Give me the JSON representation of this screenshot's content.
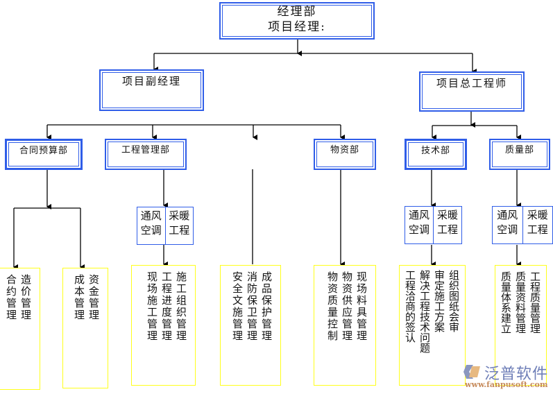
{
  "chart": {
    "title": "经理部组织结构图",
    "colors": {
      "box_border": "#2f5de8",
      "task_border": "#ffff1a",
      "line": "#000000",
      "logo_text": "#6f7fb8",
      "logo_url": "#c68a5a"
    },
    "root": {
      "line1": "经理部",
      "line2": "项目经理:"
    },
    "level2": [
      {
        "label": "项目副经理"
      },
      {
        "label": "项目总工程师"
      }
    ],
    "departments": [
      {
        "label": "合同预算部"
      },
      {
        "label": "工程管理部"
      },
      {
        "label": "物资部"
      },
      {
        "label": "技术部"
      },
      {
        "label": "质量部"
      }
    ],
    "sub_units": [
      {
        "left": [
          "通风",
          "空调"
        ],
        "right": [
          "采暖",
          "工程"
        ]
      },
      {
        "left": [
          "通风",
          "空调"
        ],
        "right": [
          "采暖",
          "工程"
        ]
      },
      {
        "left": [
          "通风",
          "空调"
        ],
        "right": [
          "采暖",
          "工程"
        ]
      }
    ],
    "task_boxes": [
      {
        "lines": [
          "造价管理",
          "合约管理"
        ]
      },
      {
        "lines": [
          "资金管理",
          "成本管理"
        ]
      },
      {
        "lines": [
          "施工组织管理",
          "工程进度管理",
          "现场施工管理"
        ]
      },
      {
        "lines": [
          "成品保护管理",
          "消防保卫管理",
          "安全文施管理"
        ]
      },
      {
        "lines": [
          "现场料具管理",
          "物资供应管理",
          "物资质量控制"
        ]
      },
      {
        "lines": [
          "组织图纸会审",
          "审定施工方案",
          "解决工程技术问题",
          "工程洽商的签认"
        ]
      },
      {
        "lines": [
          "工程质量管理",
          "质量资料管理",
          "质量体系建立"
        ]
      }
    ]
  },
  "watermark": {
    "name": "泛普软件",
    "url": "www.fanpusoft.com"
  }
}
